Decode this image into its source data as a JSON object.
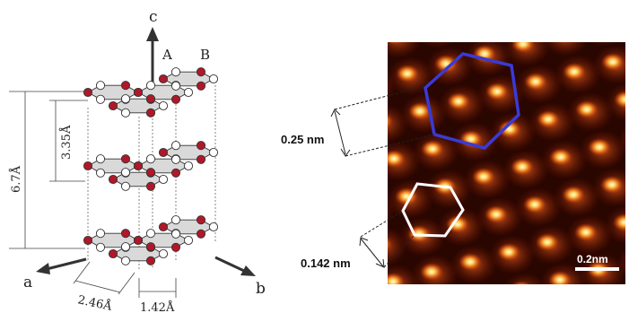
{
  "crystal_structure": {
    "axis_labels": {
      "c": "c",
      "a": "a",
      "b": "b"
    },
    "layer_labels": {
      "A": "A",
      "B": "B"
    },
    "dimensions": {
      "interlayer_c": "6.7Å",
      "interlayer_spacing": "3.35Å",
      "lattice_a": "2.46Å",
      "bond_length": "1.42Å"
    },
    "atom_colors": {
      "type_a": "#b0182a",
      "type_b": "#ffffff",
      "plane_fill": "#d9d9d9"
    }
  },
  "stm_image": {
    "labels": {
      "lattice_constant": "0.25 nm",
      "bond_length": "0.142 nm",
      "scale_bar": "0.2nm"
    },
    "colors": {
      "large_hexagon": "#3a3ad6",
      "small_hexagon": "#ffffff",
      "background": "#2a0600",
      "bright_spot": "#fff2b0"
    }
  }
}
